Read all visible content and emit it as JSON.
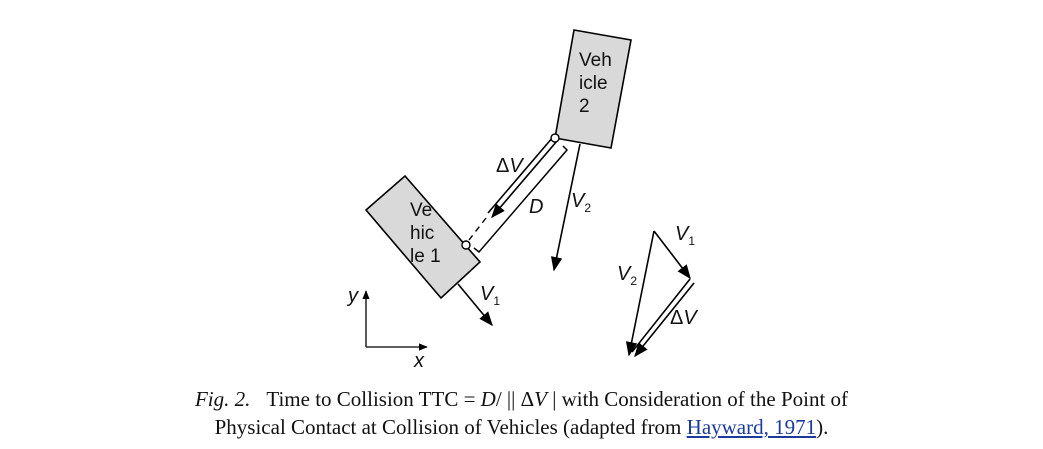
{
  "vehicle1": {
    "line1": "Ve",
    "line2": "hic",
    "line3": "le 1"
  },
  "vehicle2": {
    "line1": "Veh",
    "line2": "icle",
    "line3": "2"
  },
  "labels": {
    "delta_v_sym": "Δ",
    "v": "V",
    "d": "D",
    "sub1": "1",
    "sub2": "2",
    "y": "y",
    "x": "x"
  },
  "caption": {
    "fig": "Fig. 2.",
    "text_a": "Time to Collision TTC",
    "eq": " = ",
    "d": "D",
    "slash": "/ || ",
    "delta": "Δ",
    "v": "V",
    "text_b": " | with Consideration of the Point of",
    "line2": "Physical Contact at Collision of Vehicles (adapted from ",
    "ref": "Hayward, 1971",
    "end": ")."
  }
}
